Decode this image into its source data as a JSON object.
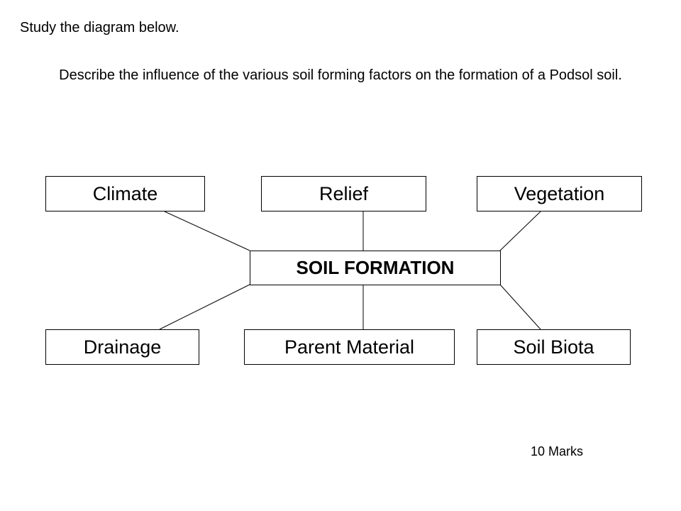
{
  "instruction": "Study the diagram below.",
  "question": "Describe the influence of the various soil forming factors on the formation of a Podsol soil.",
  "diagram": {
    "center": "SOIL FORMATION",
    "factors": {
      "climate": "Climate",
      "relief": "Relief",
      "vegetation": "Vegetation",
      "drainage": "Drainage",
      "parent_material": "Parent Material",
      "soil_biota": "Soil Biota"
    }
  },
  "marks": "10 Marks"
}
